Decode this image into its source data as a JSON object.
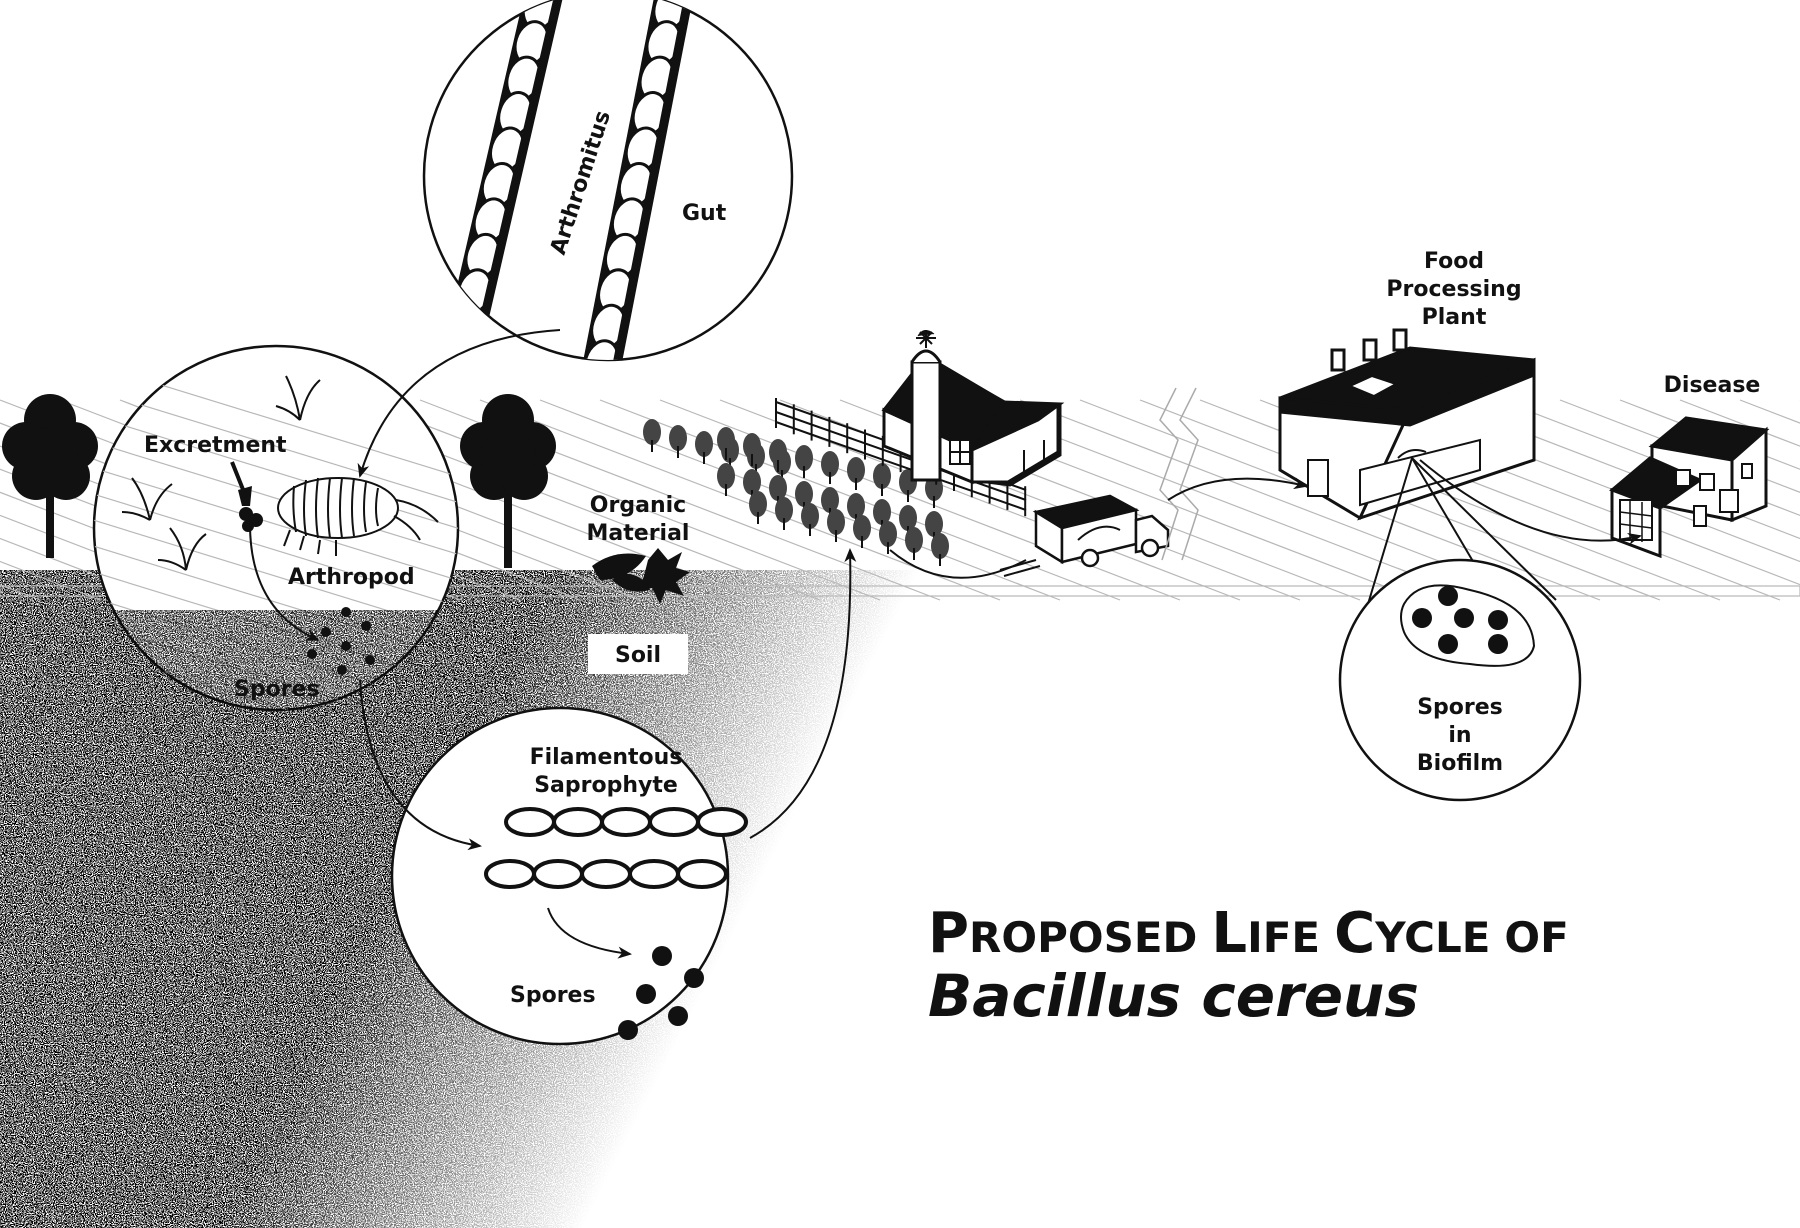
{
  "labels": {
    "gut": "Gut",
    "arthromitus": "Arthromitus",
    "excretment": "Excretment",
    "arthropod": "Arthropod",
    "spores_left": "Spores",
    "organic_line1": "Organic",
    "organic_line2": "Material",
    "soil": "Soil",
    "filamentous_line1": "Filamentous",
    "filamentous_line2": "Saprophyte",
    "spores_bottom": "Spores",
    "food_line1": "Food",
    "food_line2": "Processing",
    "food_line3": "Plant",
    "disease": "Disease",
    "biofilm_line1": "Spores",
    "biofilm_line2": "in",
    "biofilm_line3": "Biofilm"
  },
  "title": {
    "line1_P": "P",
    "line1_ROPOSED": "ROPOSED",
    "line1_L": "L",
    "line1_IFE": "IFE",
    "line1_C": "C",
    "line1_YCLE": "YCLE",
    "line1_OF": "OF",
    "line2": "Bacillus cereus"
  },
  "colors": {
    "ink": "#111111",
    "paper": "#ffffff",
    "field": "#bbbbbb"
  }
}
